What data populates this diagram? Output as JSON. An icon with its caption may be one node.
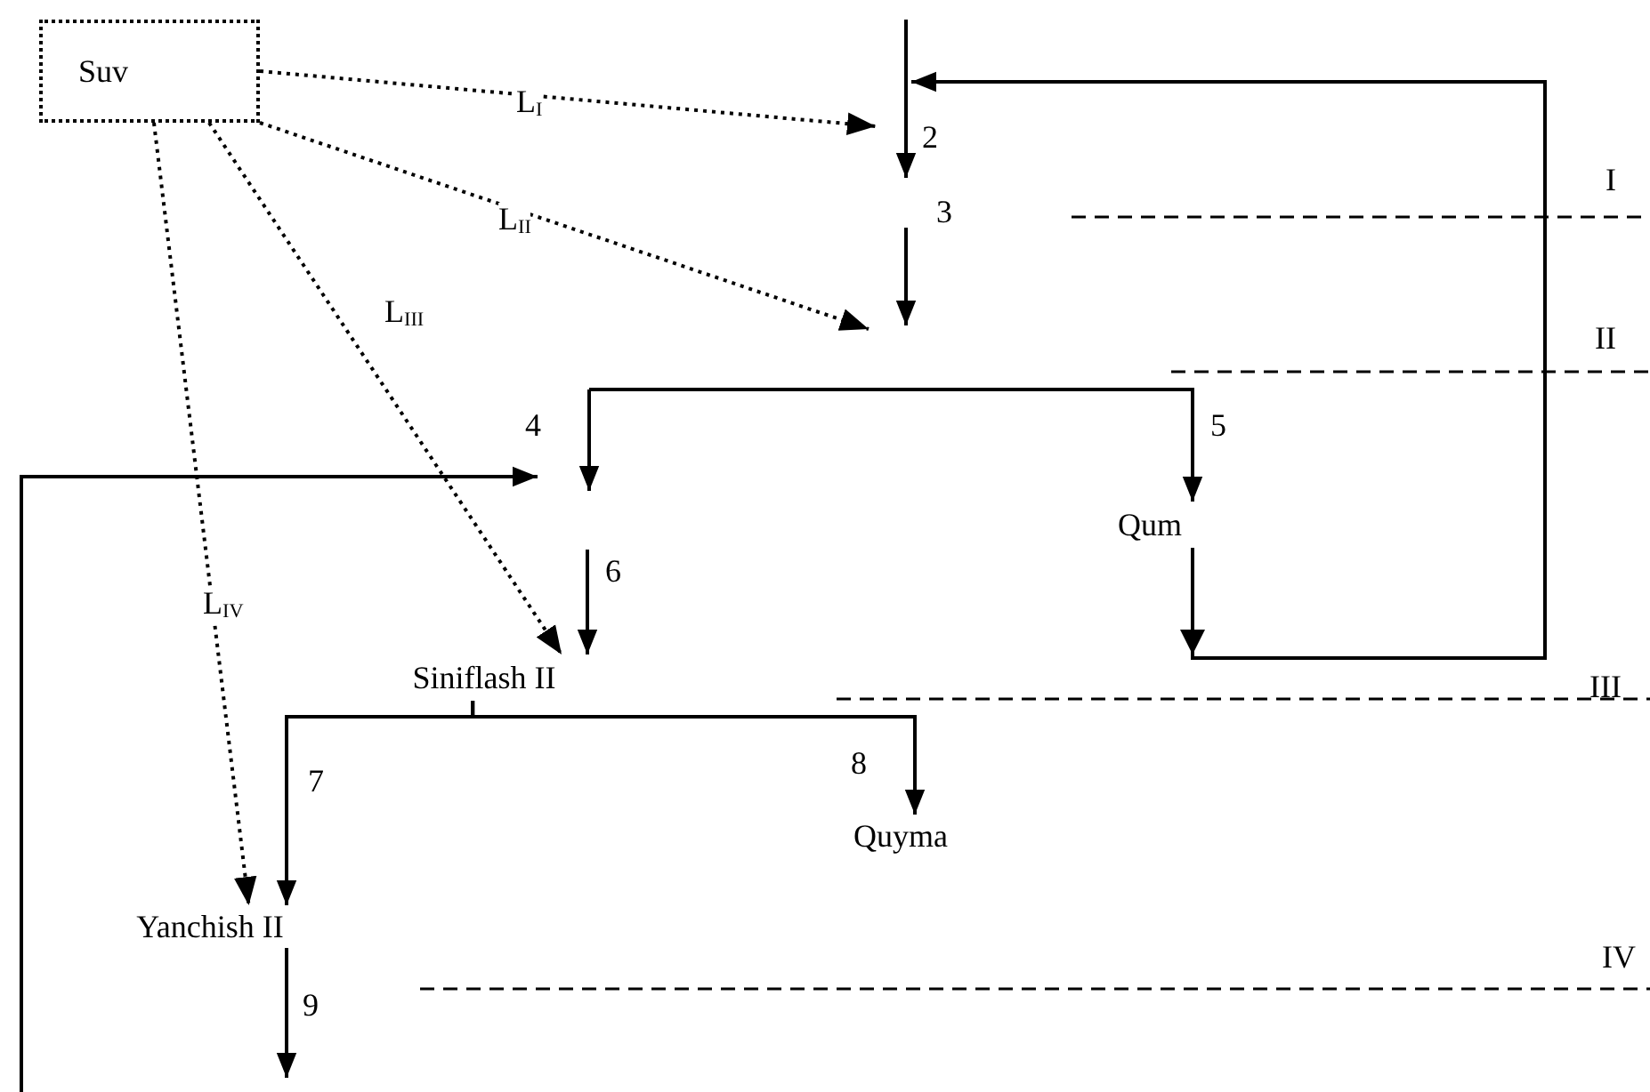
{
  "diagram": {
    "nodes": [
      {
        "text": [
          "Suv"
        ]
      },
      {
        "text": [
          "Qum"
        ]
      },
      {
        "text": [
          "Siniflash II"
        ]
      },
      {
        "text": [
          "Quyma"
        ]
      },
      {
        "text": [
          "Yanchish II"
        ]
      }
    ],
    "edges": [
      {
        "from": 0,
        "to": null,
        "arrow": "to",
        "label": "L$_{I}$",
        "style": "dashed"
      },
      {
        "from": 0,
        "to": null,
        "arrow": "to",
        "label": "L$_{II}$",
        "style": "dashed"
      },
      {
        "from": 0,
        "to": 2,
        "arrow": "to",
        "label": "L$_{III}$",
        "style": "dashed"
      },
      {
        "from": 0,
        "to": 4,
        "arrow": "to",
        "label": "L$_{IV}$",
        "style": "dashed"
      },
      {
        "from": null,
        "to": 1,
        "arrow": "to",
        "label": "5"
      },
      {
        "from": 1,
        "to": null,
        "arrow": "to"
      },
      {
        "from": null,
        "to": 2,
        "arrow": "to",
        "label": "6"
      },
      {
        "from": 2,
        "to": 4,
        "arrow": "to",
        "label": "7"
      },
      {
        "from": 2,
        "to": 3,
        "arrow": "to",
        "label": "8"
      },
      {
        "from": 4,
        "to": null,
        "arrow": "to",
        "label": "9"
      }
    ],
    "labels": [
      "2",
      "3",
      "4",
      "I",
      "II",
      "III",
      "IV"
    ]
  }
}
